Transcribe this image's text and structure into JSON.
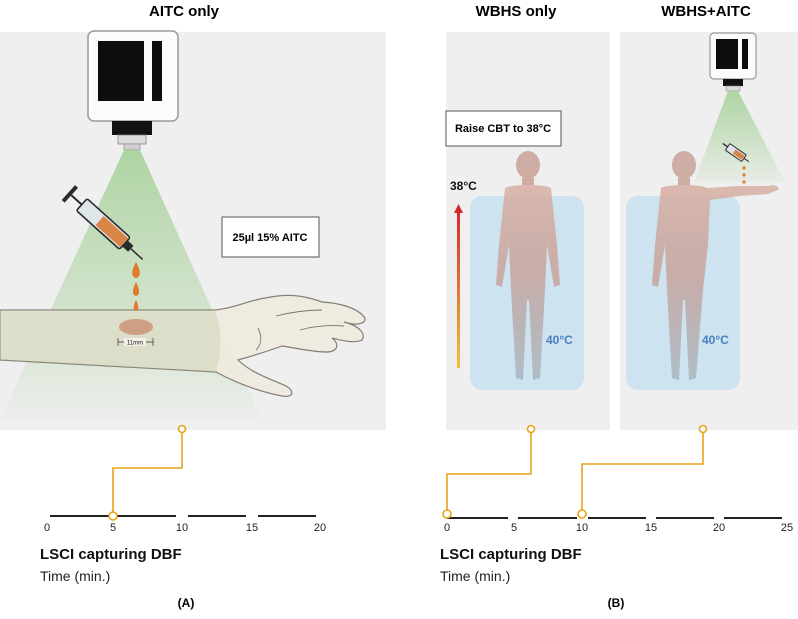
{
  "panels": {
    "aitc_only": {
      "title": "AITC only",
      "dose_label": "25µl 15% AITC",
      "spot_size_label": "11mm",
      "timeline": {
        "ticks": [
          "0",
          "5",
          "10",
          "15",
          "20"
        ],
        "marker_at": "5"
      },
      "caption_bold": "LSCI capturing DBF",
      "caption_time": "Time (min.)",
      "panel_letter": "(A)"
    },
    "wbhs_only": {
      "title": "WBHS only",
      "instruction": "Raise CBT to 38°C",
      "target_temp": "38°C",
      "bath_temp": "40°C"
    },
    "wbhs_aitc": {
      "title": "WBHS+AITC",
      "bath_temp": "40°C"
    },
    "timeline_b": {
      "ticks": [
        "0",
        "5",
        "10",
        "15",
        "20",
        "25"
      ],
      "markers_at": [
        "0",
        "10"
      ],
      "caption_bold": "LSCI capturing DBF",
      "caption_time": "Time (min.)",
      "panel_letter": "(B)"
    }
  },
  "colors": {
    "panel_bg": "#efefef",
    "beam": "#9dc88f",
    "marker": "#e8a317",
    "bath": "#cde3ef",
    "drop": "#e07a30",
    "body": "#c7a299"
  }
}
